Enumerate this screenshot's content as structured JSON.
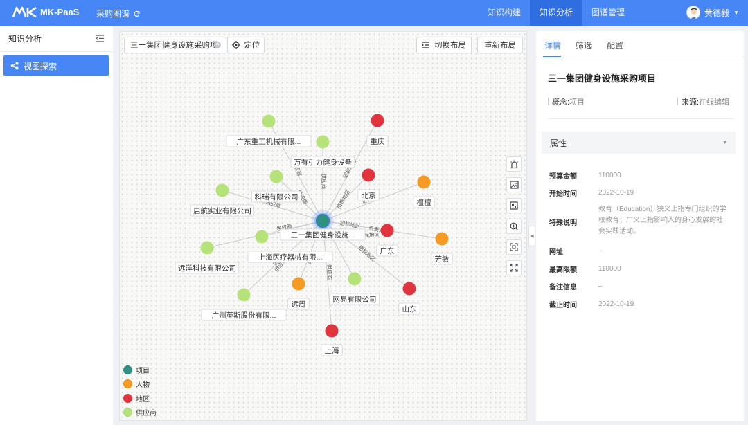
{
  "brand": {
    "name": "MK-PaaS",
    "app": "采购图谱"
  },
  "nav": [
    {
      "label": "知识构建",
      "active": false
    },
    {
      "label": "知识分析",
      "active": true
    },
    {
      "label": "图谱管理",
      "active": false
    }
  ],
  "user": {
    "name": "黄德毅"
  },
  "sidebar": {
    "title": "知识分析",
    "items": [
      {
        "label": "视图探索",
        "active": true
      }
    ]
  },
  "toolbar": {
    "search_value": "三一集团健身设施采购项",
    "locate": "定位",
    "switch_layout": "切换布局",
    "relayout": "重新布局"
  },
  "legend": [
    {
      "label": "项目",
      "color": "#2e9180"
    },
    {
      "label": "人物",
      "color": "#f59a23"
    },
    {
      "label": "地区",
      "color": "#e0343f"
    },
    {
      "label": "供应商",
      "color": "#b6e27a"
    }
  ],
  "graph": {
    "center": {
      "label": "三一集团健身设施...",
      "type": "项目"
    },
    "nodes": [
      {
        "label": "广东重工机械有限...",
        "type": "供应商",
        "edge": "供应商"
      },
      {
        "label": "万有引力健身设备",
        "type": "供应商",
        "edge": "供应商"
      },
      {
        "label": "重庆",
        "type": "地区",
        "edge": "招标地区"
      },
      {
        "label": "科瑞有限公司",
        "type": "供应商",
        "edge": "供应商"
      },
      {
        "label": "北京",
        "type": "地区",
        "edge": "招标地区"
      },
      {
        "label": "檀檀",
        "type": "人物",
        "edge": "负责人"
      },
      {
        "label": "启航实业有限公司",
        "type": "供应商",
        "edge": "供应商"
      },
      {
        "label": "上海医疗器械有限...",
        "type": "供应商",
        "edge": "供应商"
      },
      {
        "label": "广东",
        "type": "地区",
        "edge": "招标地区"
      },
      {
        "label": "芳敏",
        "type": "人物",
        "edge": "负责人"
      },
      {
        "label": "远洋科技有限公司",
        "type": "供应商",
        "edge": "供应商"
      },
      {
        "label": "远周",
        "type": "人物",
        "edge": "负责人"
      },
      {
        "label": "网易有限公司",
        "type": "供应商",
        "edge": "供应商"
      },
      {
        "label": "山东",
        "type": "地区",
        "edge": "招标地区"
      },
      {
        "label": "广州英斯股份有限...",
        "type": "供应商",
        "edge": "供应商"
      },
      {
        "label": "上海",
        "type": "地区",
        "edge": "招标地区"
      }
    ]
  },
  "panel": {
    "tabs": [
      "详情",
      "筛选",
      "配置"
    ],
    "title": "三一集团健身设施采购项目",
    "concept_label": "概念:",
    "concept_value": "项目",
    "source_label": "来源:",
    "source_value": "在线编辑",
    "section": "属性",
    "attributes": [
      {
        "key": "预算金额",
        "value": "110000"
      },
      {
        "key": "开始时间",
        "value": "2022-10-19"
      },
      {
        "key": "特殊说明",
        "value": "教育（Education）狭义上指专门组织的学校教育；广义上指影响人的身心发展的社会实践活动。"
      },
      {
        "key": "网址",
        "value": "–"
      },
      {
        "key": "最高限额",
        "value": "110000"
      },
      {
        "key": "备注信息",
        "value": "–"
      },
      {
        "key": "截止时间",
        "value": "2022-10-19"
      }
    ]
  }
}
